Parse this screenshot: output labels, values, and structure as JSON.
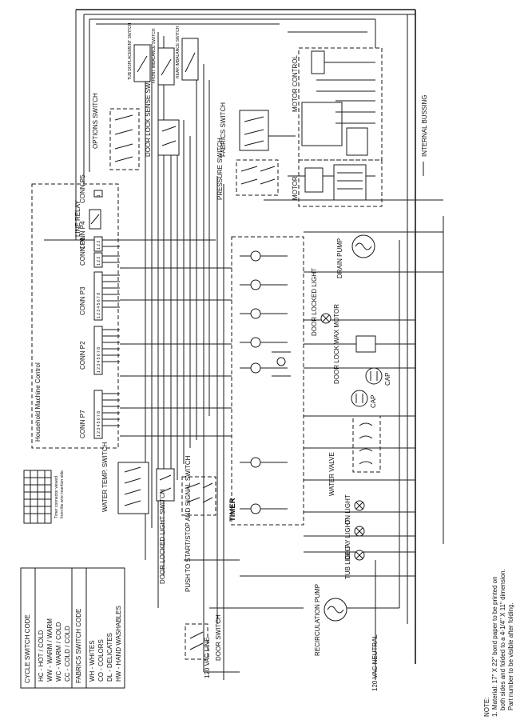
{
  "cycle_code": {
    "title": "CYCLE SWITCH CODE",
    "items": [
      "HC - HOT / COLD",
      "WW - WARM / WARM",
      "WC - WARM / COLD",
      "CC - COLD / COLD"
    ]
  },
  "fabrics_code": {
    "title": "FABRICS SWITCH CODE",
    "items": [
      "WH - WHITES",
      "CO - COLORS",
      "DL - DELICATES",
      "HW - HAND WASHABLES"
    ]
  },
  "timer_connector_note": [
    "Timer connector viewed",
    "from the wire insertion side."
  ],
  "control": {
    "name": "Household Machine Control",
    "connectors": [
      {
        "label": "CONN P7",
        "pins": "1 2 3 4 5 6 7 8"
      },
      {
        "label": "CONN P2",
        "pins": "1 2 3 4 5 6 7 8"
      },
      {
        "label": "CONN P3",
        "pins": "1 2 3 4 5 6 7 8"
      },
      {
        "label": "CONN P1",
        "pins": "1 2 3"
      },
      {
        "label": "CONN P4",
        "pins": "1 2 3"
      },
      {
        "label": "CONN P5",
        "pins": "1"
      }
    ],
    "line_relay": "LINE RELAY"
  },
  "components": {
    "water_temp": "WATER TEMP. SWITCH",
    "door_locked_light_switch": "DOOR LOCKED LIGHT SWITCH",
    "push_to_start": "PUSH TO START/STOP AND SIGNAL SWITCH",
    "door_switch": "DOOR SWITCH",
    "timer": "TIMER",
    "options_switch": "OPTIONS SWITCH",
    "door_lock_sense": "DOOR LOCK SENSE SWITCH",
    "fabrics_switch": "FABRICS SWITCH",
    "pressure_switch": "PRESSURE SWITCH",
    "motor_control": "MOTOR CONTROL",
    "motor": "MOTOR",
    "internal_bussing": "INTERNAL BUSSING",
    "drain_pump": "DRAIN PUMP",
    "door_locked_light": "DOOR LOCKED LIGHT",
    "door_lock_wax_motor": "DOOR LOCK WAX MOTOR",
    "cap1": "CAP",
    "cap2": "CAP",
    "water_valve": "WATER VALVE",
    "on_light": "ON LIGHT",
    "delay_light": "DELAY LIGHT",
    "tub_light": "TUB LIGHT",
    "recirculation_pump": "RECIRCULATION PUMP",
    "vac_line": "120 VAC LINE",
    "vac_neutral": "120 VAC NEUTRAL",
    "tub_displacement": "TUB DISPLACEMENT SWITCH",
    "front_imbalance": "FRONT IMBALANCE SWITCH",
    "rear_imbalance": "REAR IMBALANCE SWITCH"
  },
  "note": {
    "head": "NOTE:",
    "lines": [
      "1. Material: 17\" X 22\" bond paper to be printed on",
      "both sides and folded to a 4-1/4\" X 11\" dimension.",
      "Part number to be visible after folding."
    ]
  }
}
